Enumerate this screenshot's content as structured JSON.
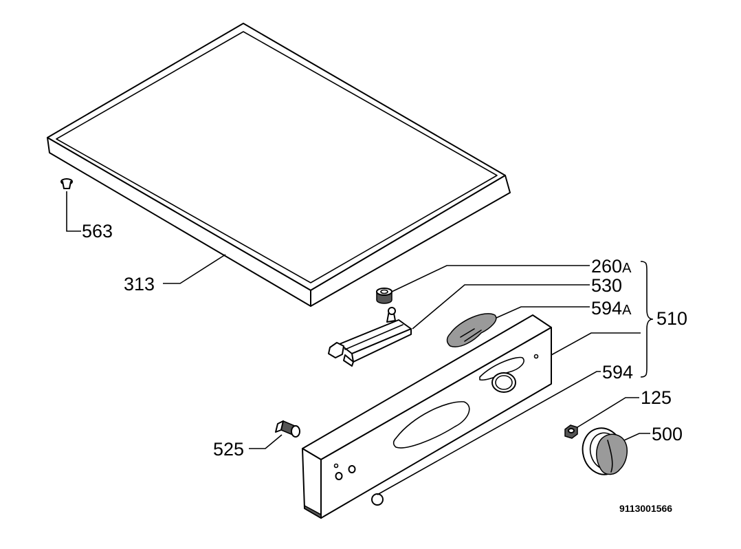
{
  "labels": {
    "p563": "563",
    "p313": "313",
    "p260": "260",
    "p260_suffix": "A",
    "p530": "530",
    "p594a": "594",
    "p594a_suffix": "A",
    "p510": "510",
    "p594": "594",
    "p125": "125",
    "p500": "500",
    "p525": "525"
  },
  "drawing_code": "9113001566"
}
